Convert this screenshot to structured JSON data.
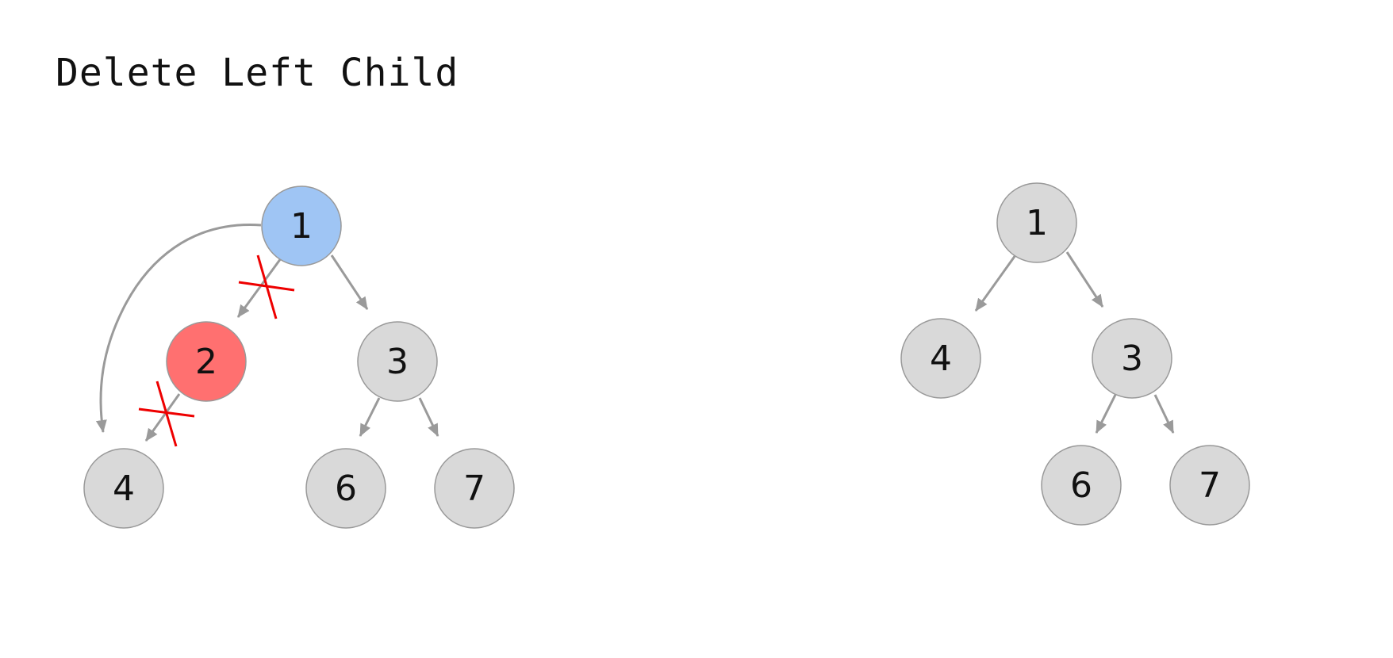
{
  "title": "Delete Left Child",
  "colors": {
    "node_default": "#d9d9d9",
    "node_stroke": "#999999",
    "node_current": "#9fc5f4",
    "node_deleted": "#ff7070",
    "edge": "#9a9a9a",
    "cross": "#ee0000"
  },
  "before_tree": {
    "nodes": [
      {
        "id": "b1",
        "label": "1",
        "state": "current"
      },
      {
        "id": "b2",
        "label": "2",
        "state": "deleted"
      },
      {
        "id": "b3",
        "label": "3",
        "state": "default"
      },
      {
        "id": "b4",
        "label": "4",
        "state": "default"
      },
      {
        "id": "b6",
        "label": "6",
        "state": "default"
      },
      {
        "id": "b7",
        "label": "7",
        "state": "default"
      }
    ],
    "edges": [
      {
        "from": "1",
        "to": "2",
        "removed": true
      },
      {
        "from": "2",
        "to": "4",
        "removed": true
      },
      {
        "from": "1",
        "to": "3",
        "removed": false
      },
      {
        "from": "3",
        "to": "6",
        "removed": false
      },
      {
        "from": "3",
        "to": "7",
        "removed": false
      },
      {
        "from": "1",
        "to": "4",
        "removed": false,
        "curved": true
      }
    ]
  },
  "after_tree": {
    "nodes": [
      {
        "id": "a1",
        "label": "1",
        "state": "default"
      },
      {
        "id": "a4",
        "label": "4",
        "state": "default"
      },
      {
        "id": "a3",
        "label": "3",
        "state": "default"
      },
      {
        "id": "a6",
        "label": "6",
        "state": "default"
      },
      {
        "id": "a7",
        "label": "7",
        "state": "default"
      }
    ],
    "edges": [
      {
        "from": "1",
        "to": "4"
      },
      {
        "from": "1",
        "to": "3"
      },
      {
        "from": "3",
        "to": "6"
      },
      {
        "from": "3",
        "to": "7"
      }
    ]
  }
}
